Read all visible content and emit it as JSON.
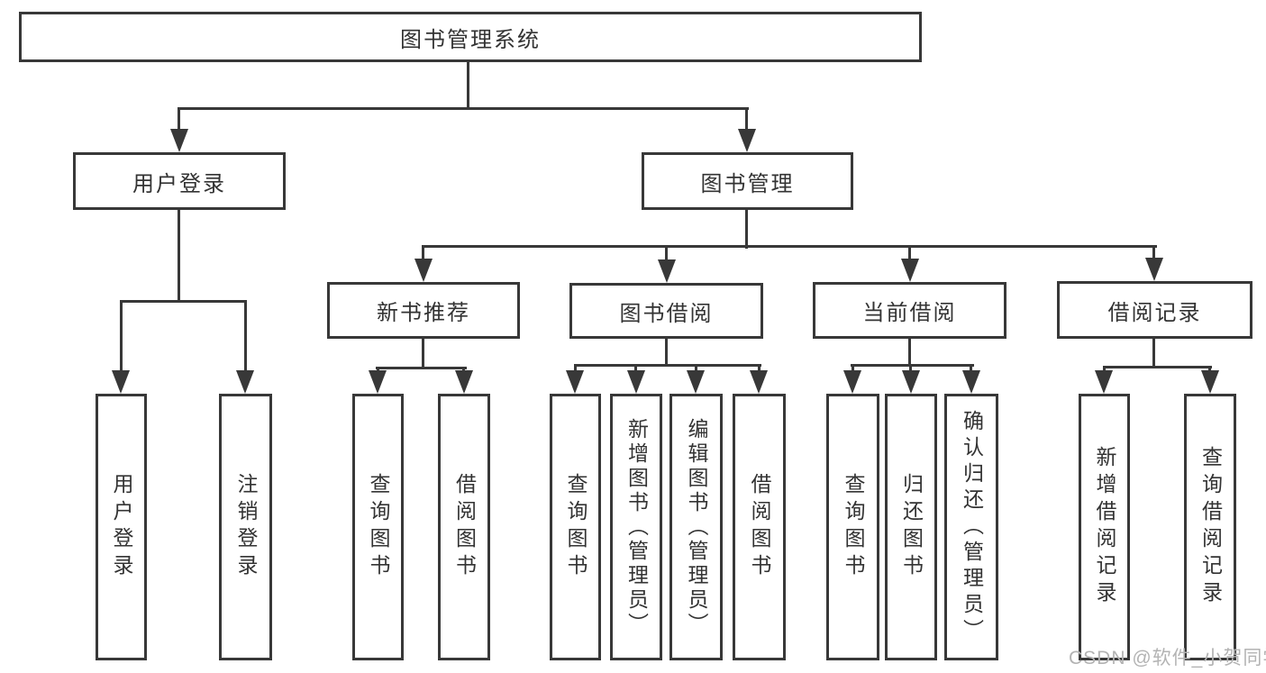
{
  "tree": {
    "root": {
      "label": "图书管理系统"
    },
    "branches": [
      {
        "label": "用户登录",
        "children": [
          {
            "label": "用户登录"
          },
          {
            "label": "注销登录"
          }
        ]
      },
      {
        "label": "图书管理",
        "sections": [
          {
            "label": "新书推荐",
            "children": [
              {
                "label": "查询图书"
              },
              {
                "label": "借阅图书"
              }
            ]
          },
          {
            "label": "图书借阅",
            "children": [
              {
                "label": "查询图书"
              },
              {
                "label": "新增图书（管理员）"
              },
              {
                "label": "编辑图书（管理员）"
              },
              {
                "label": "借阅图书"
              }
            ]
          },
          {
            "label": "当前借阅",
            "children": [
              {
                "label": "查询图书"
              },
              {
                "label": "归还图书"
              },
              {
                "label": "确认归还（管理员）"
              }
            ]
          },
          {
            "label": "借阅记录",
            "children": [
              {
                "label": "新增借阅记录"
              },
              {
                "label": "查询借阅记录"
              }
            ]
          }
        ]
      }
    ]
  },
  "watermark": {
    "text": "CSDN @软件_小贺同学",
    "color": "#b3b3b3"
  },
  "colors": {
    "line": "#383838",
    "text": "#333333",
    "background": "#ffffff"
  }
}
